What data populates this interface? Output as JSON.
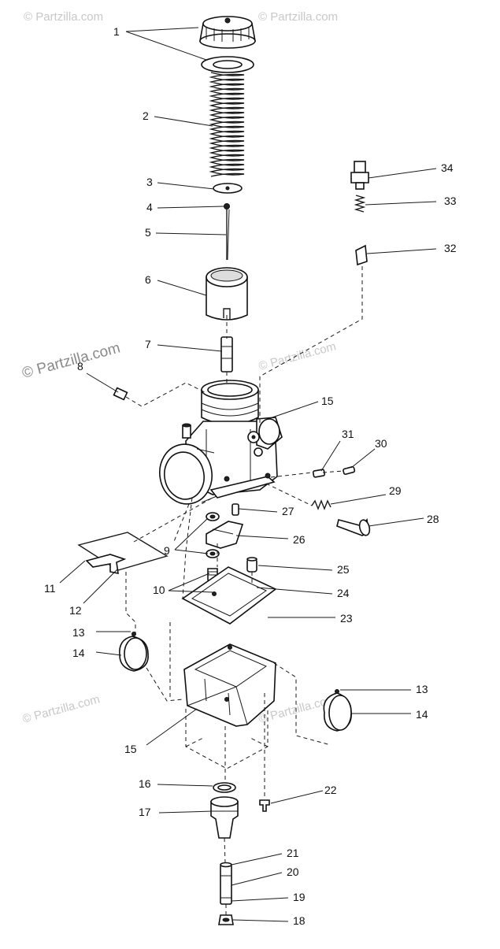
{
  "watermark": {
    "text": "© Partzilla.com"
  },
  "callouts": [
    {
      "id": "c1",
      "label": "1"
    },
    {
      "id": "c2",
      "label": "2"
    },
    {
      "id": "c3",
      "label": "3"
    },
    {
      "id": "c4",
      "label": "4"
    },
    {
      "id": "c5",
      "label": "5"
    },
    {
      "id": "c6",
      "label": "6"
    },
    {
      "id": "c7",
      "label": "7"
    },
    {
      "id": "c8",
      "label": "8"
    },
    {
      "id": "c15a",
      "label": "15"
    },
    {
      "id": "c31",
      "label": "31"
    },
    {
      "id": "c30",
      "label": "30"
    },
    {
      "id": "c29",
      "label": "29"
    },
    {
      "id": "c28",
      "label": "28"
    },
    {
      "id": "c27",
      "label": "27"
    },
    {
      "id": "c26",
      "label": "26"
    },
    {
      "id": "c9",
      "label": "9"
    },
    {
      "id": "c25",
      "label": "25"
    },
    {
      "id": "c24",
      "label": "24"
    },
    {
      "id": "c11",
      "label": "11"
    },
    {
      "id": "c12",
      "label": "12"
    },
    {
      "id": "c10",
      "label": "10"
    },
    {
      "id": "c23",
      "label": "23"
    },
    {
      "id": "c13a",
      "label": "13"
    },
    {
      "id": "c14a",
      "label": "14"
    },
    {
      "id": "c13b",
      "label": "13"
    },
    {
      "id": "c14b",
      "label": "14"
    },
    {
      "id": "c15b",
      "label": "15"
    },
    {
      "id": "c16",
      "label": "16"
    },
    {
      "id": "c22",
      "label": "22"
    },
    {
      "id": "c17",
      "label": "17"
    },
    {
      "id": "c21",
      "label": "21"
    },
    {
      "id": "c20",
      "label": "20"
    },
    {
      "id": "c19",
      "label": "19"
    },
    {
      "id": "c18",
      "label": "18"
    },
    {
      "id": "c34",
      "label": "34"
    },
    {
      "id": "c33",
      "label": "33"
    },
    {
      "id": "c32",
      "label": "32"
    }
  ]
}
